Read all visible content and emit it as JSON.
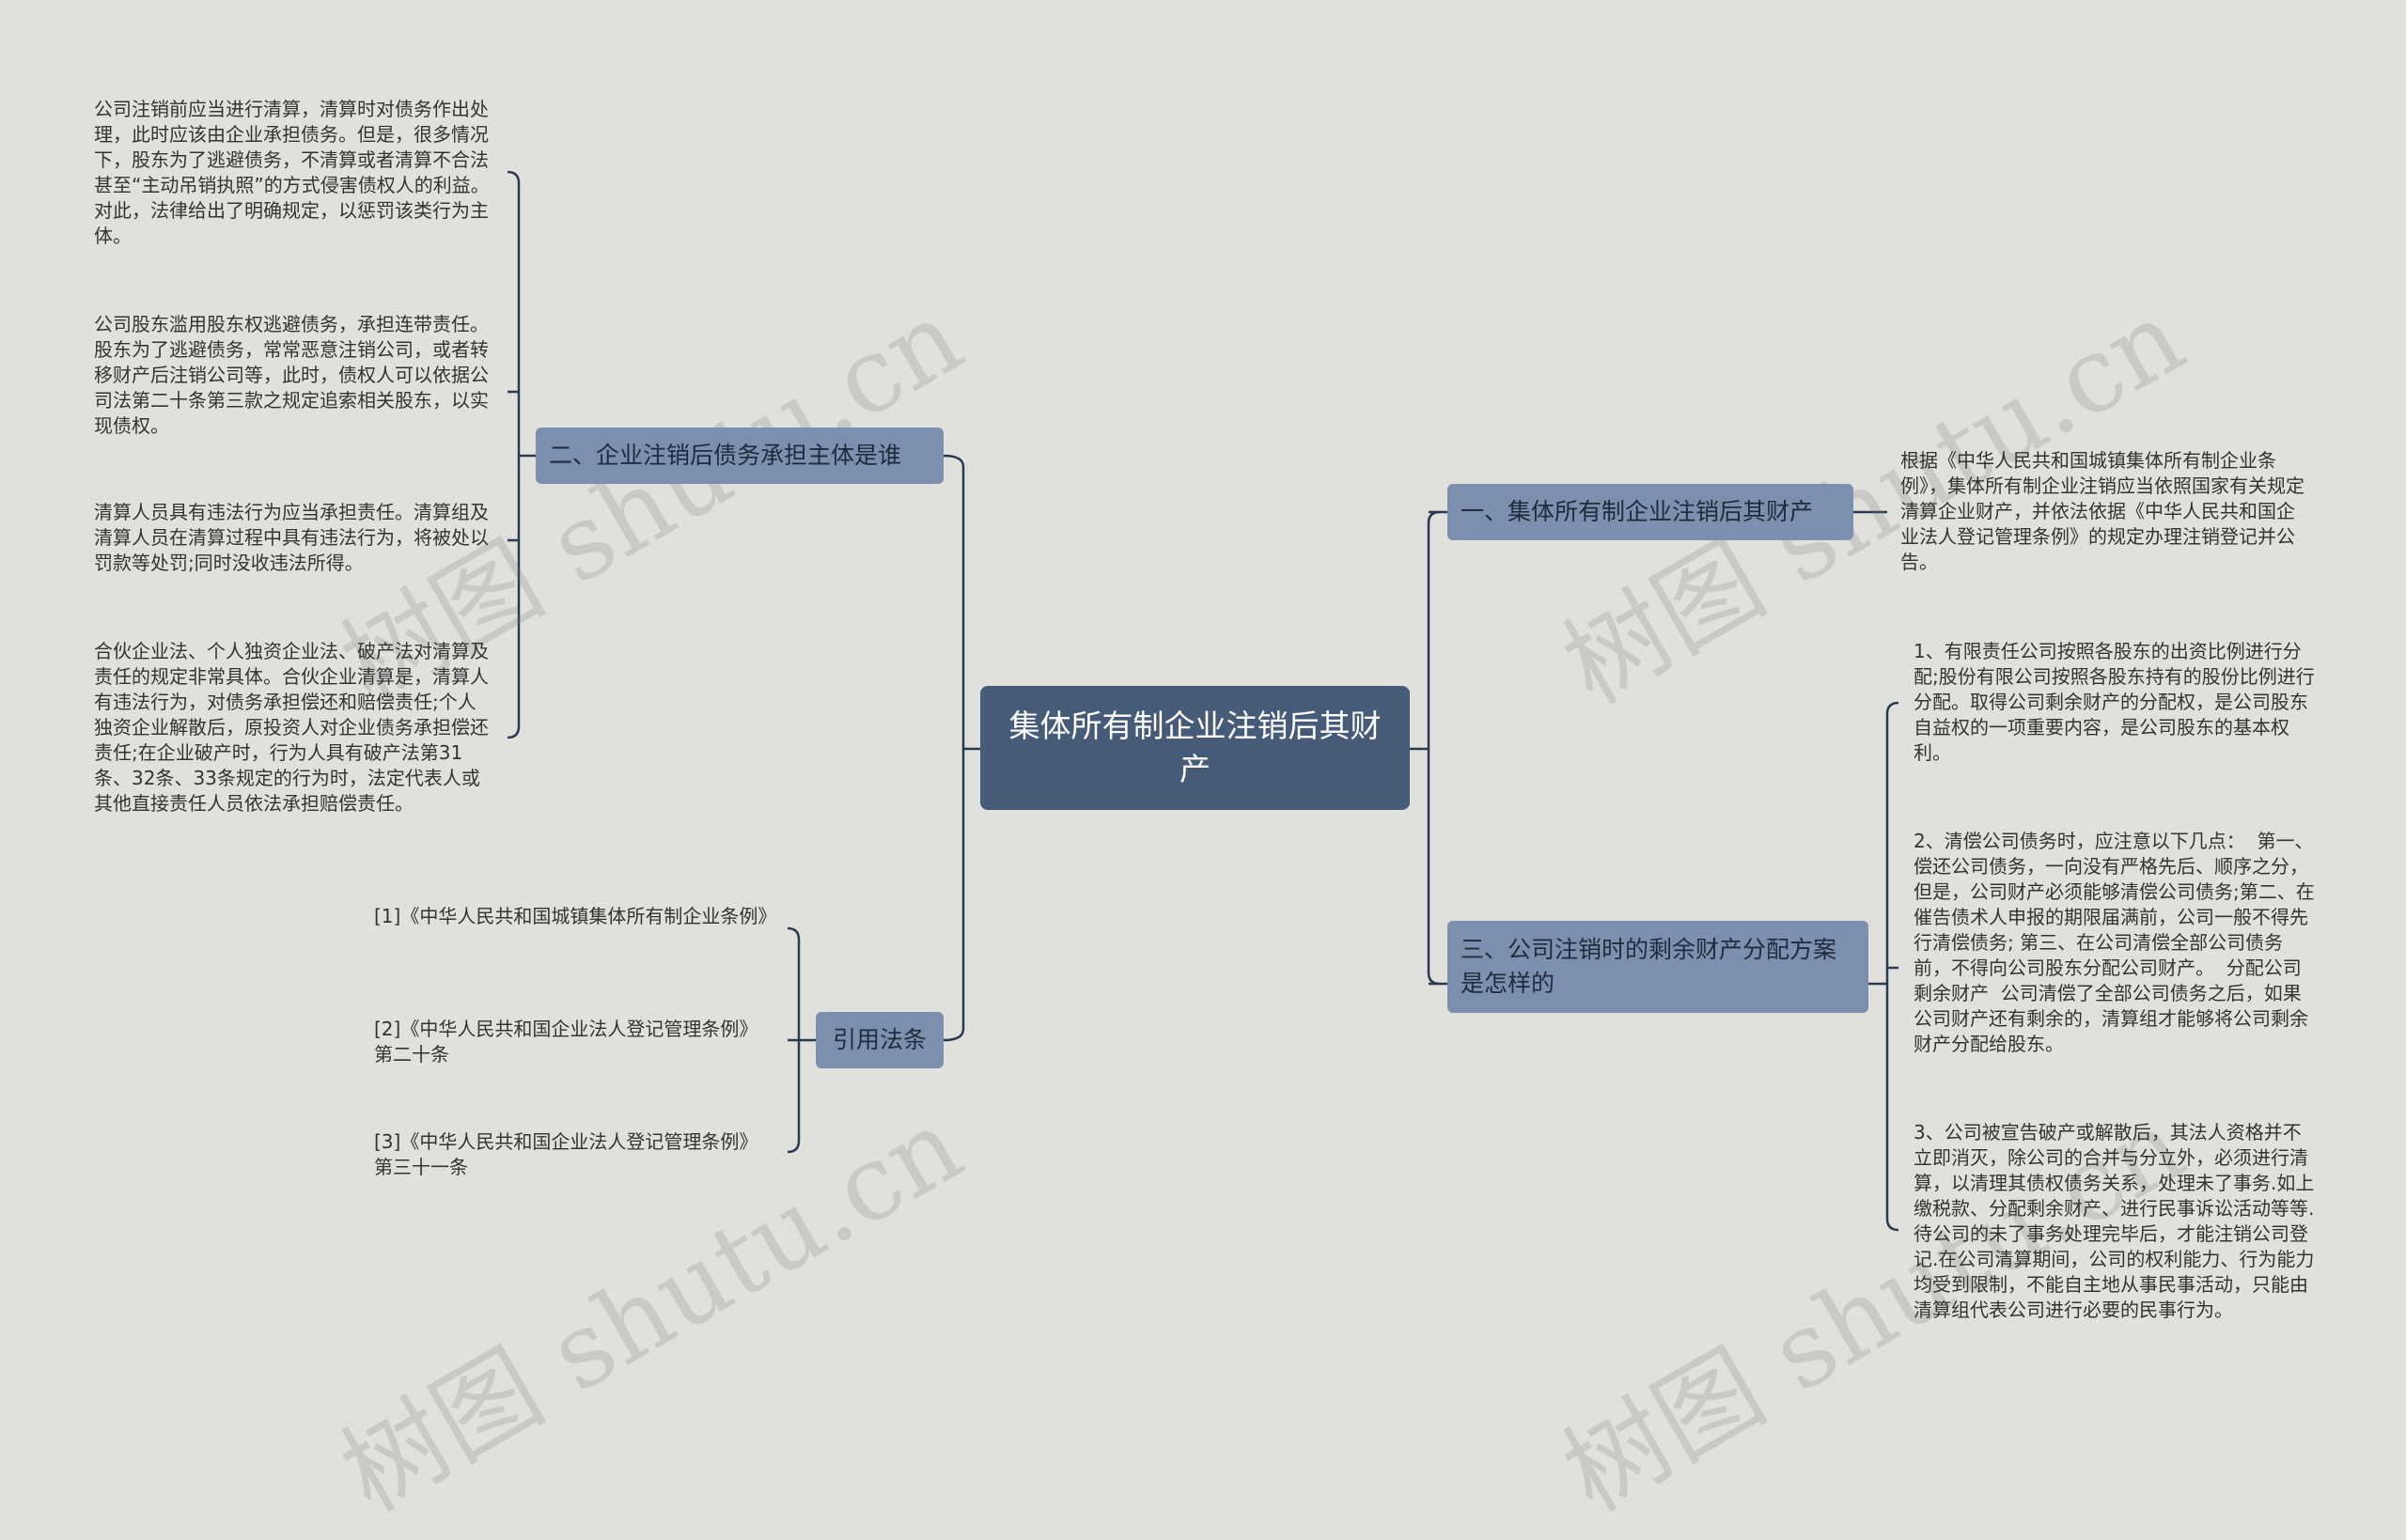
{
  "central": "集体所有制企业注销后其财产",
  "branches": {
    "b1": {
      "label": "一、集体所有制企业注销后其财产",
      "leaves": [
        "根据《中华人民共和国城镇集体所有制企业条例》，集体所有制企业注销应当依照国家有关规定清算企业财产，并依法依据《中华人民共和国企业法人登记管理条例》的规定办理注销登记并公告。"
      ]
    },
    "b2": {
      "label": "二、企业注销后债务承担主体是谁",
      "leaves": [
        "公司注销前应当进行清算，清算时对债务作出处理，此时应该由企业承担债务。但是，很多情况下，股东为了逃避债务，不清算或者清算不合法甚至“主动吊销执照”的方式侵害债权人的利益。对此，法律给出了明确规定，以惩罚该类行为主体。",
        "公司股东滥用股东权逃避债务，承担连带责任。股东为了逃避债务，常常恶意注销公司，或者转移财产后注销公司等，此时，债权人可以依据公司法第二十条第三款之规定追索相关股东，以实现债权。",
        "清算人员具有违法行为应当承担责任。清算组及清算人员在清算过程中具有违法行为，将被处以罚款等处罚;同时没收违法所得。",
        "合伙企业法、个人独资企业法、破产法对清算及责任的规定非常具体。合伙企业清算是，清算人有违法行为，对债务承担偿还和赔偿责任;个人独资企业解散后，原投资人对企业债务承担偿还责任;在企业破产时，行为人具有破产法第31条、32条、33条规定的行为时，法定代表人或其他直接责任人员依法承担赔偿责任。"
      ]
    },
    "b3": {
      "label": "三、公司注销时的剩余财产分配方案是怎样的",
      "leaves": [
        "1、有限责任公司按照各股东的出资比例进行分配;股份有限公司按照各股东持有的股份比例进行分配。取得公司剩余财产的分配权，是公司股东自益权的一项重要内容，是公司股东的基本权利。",
        "2、清偿公司债务时，应注意以下几点：  第一、偿还公司债务，一向没有严格先后、顺序之分，但是，公司财产必须能够清偿公司债务;第二、在催告债术人申报的期限届满前，公司一般不得先行清偿债务; 第三、在公司清偿全部公司债务前，不得向公司股东分配公司财产。  分配公司剩余财产  公司清偿了全部公司债务之后，如果公司财产还有剩余的，清算组才能够将公司剩余财产分配给股东。",
        "3、公司被宣告破产或解散后，其法人资格并不立即消灭，除公司的合并与分立外，必须进行清算，以清理其债权债务关系，处理未了事务.如上缴税款、分配剩余财产、进行民事诉讼活动等等.待公司的未了事务处理完毕后，才能注销公司登记.在公司清算期间，公司的权利能力、行为能力均受到限制，不能自主地从事民事活动，只能由清算组代表公司进行必要的民事行为。"
      ]
    },
    "b4": {
      "label": "引用法条",
      "leaves": [
        "[1]《中华人民共和国城镇集体所有制企业条例》",
        "[2]《中华人民共和国企业法人登记管理条例》 第二十条",
        "[3]《中华人民共和国企业法人登记管理条例》 第三十一条"
      ]
    }
  },
  "watermarks": [
    "树图 shutu.cn",
    "树图 shutu.cn",
    "树图 shutu.cn",
    "树图 shutu.cn"
  ],
  "colors": {
    "background": "#e0e0dc",
    "central": "#465b78",
    "branch": "#7c8fae",
    "connector": "#2b3a4e"
  }
}
